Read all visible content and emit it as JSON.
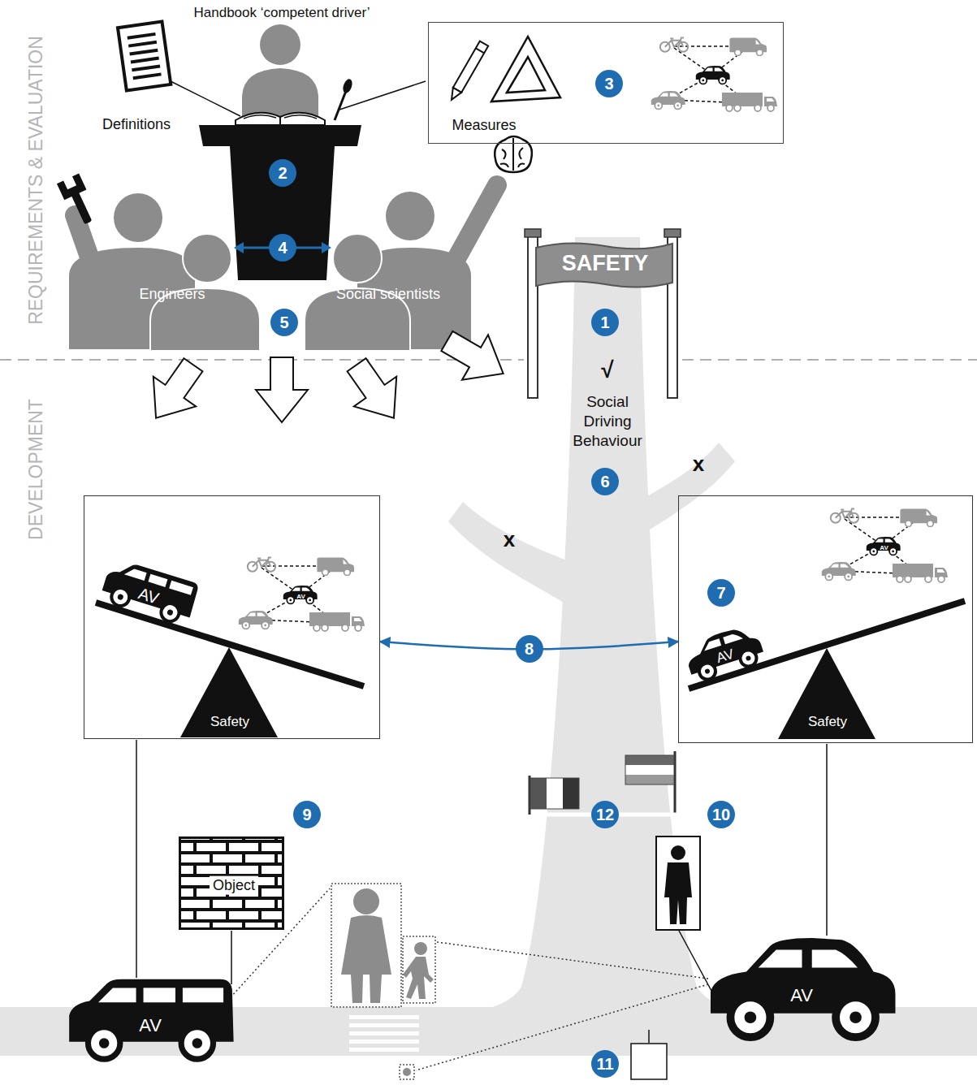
{
  "diagram": {
    "nodes": [
      {
        "text": [
          "Measures"
        ]
      },
      {
        "text": [
          "AV",
          "AV",
          "Safety"
        ]
      },
      {
        "text": [
          "AV",
          "AV",
          "Safety"
        ]
      },
      {
        "text": [
          "Object"
        ]
      }
    ],
    "edges": [
      {
        "from": 1,
        "to": 2,
        "arrow": "both",
        "label": "8"
      }
    ],
    "labels": [
      "REQUIREMENTS & EVALUATION",
      "DEVELOPMENT",
      "Handbook ‘competent driver’",
      "Definitions",
      "Engineers",
      "Social scientists",
      "SAFETY",
      "√",
      "Social Driving Behaviour",
      "x",
      "x",
      "AV",
      "AV",
      "1",
      "2",
      "3",
      "4",
      "5",
      "6",
      "7",
      "9",
      "10",
      "11",
      "12"
    ]
  }
}
